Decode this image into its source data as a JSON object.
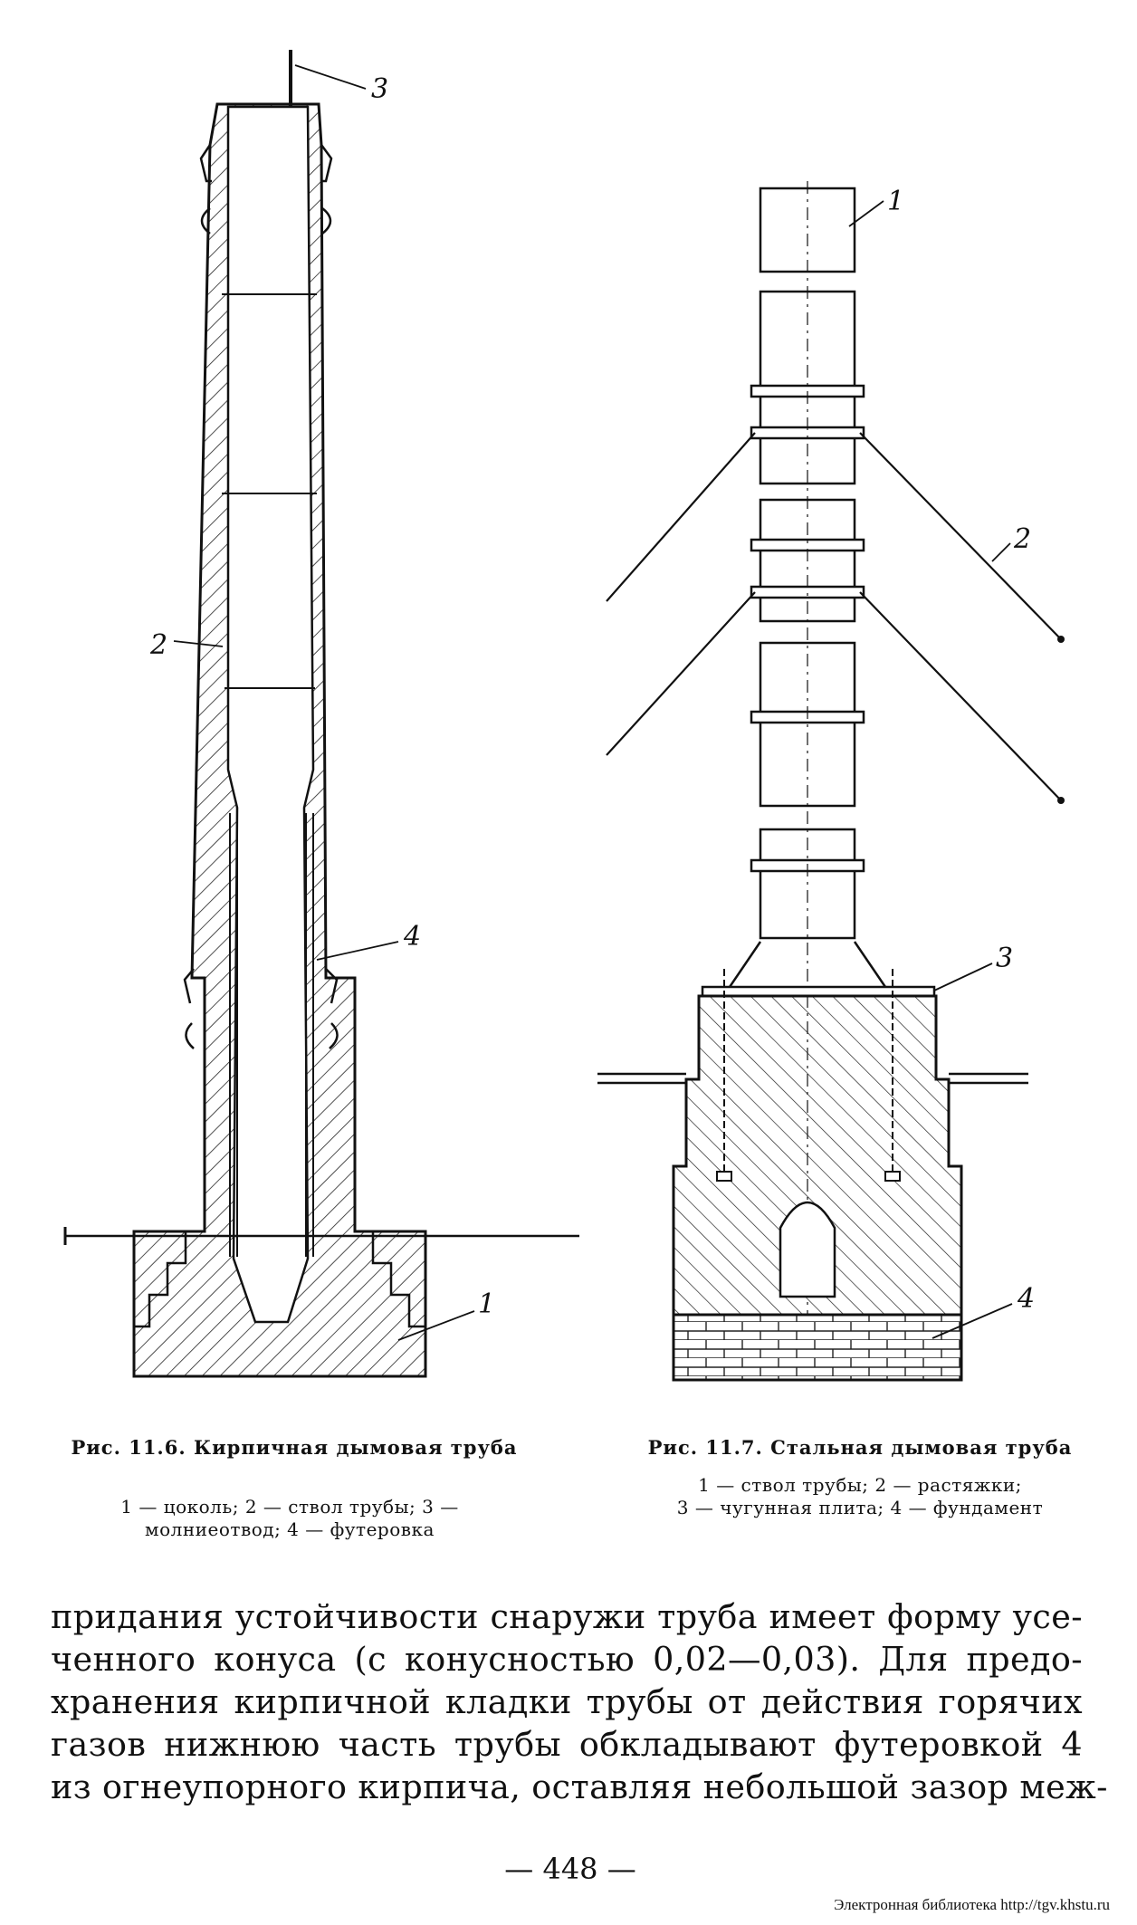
{
  "figures": {
    "fig_11_6": {
      "caption_title": "Рис. 11.6. Кирпичная дымовая труба",
      "legend_line1": "1 — цоколь; 2 — ствол трубы; 3 —",
      "legend_line2": "молниеотвод; 4 — футеровка",
      "labels": [
        "3",
        "2",
        "4",
        "1"
      ]
    },
    "fig_11_7": {
      "caption_title": "Рис. 11.7. Стальная дымовая труба",
      "legend_line1": "1 — ствол трубы; 2 — растяжки;",
      "legend_line2": "3 — чугунная плита; 4 — фундамент",
      "labels": [
        "1",
        "2",
        "3",
        "4"
      ]
    }
  },
  "body": {
    "lines": [
      "придания устойчивости снаружи труба имеет форму усе-",
      "ченного конуса (с конусностью 0,02—0,03). Для предо-",
      "хранения кирпичной кладки трубы от действия горячих",
      "газов нижнюю часть трубы обкладывают футеровкой 4",
      "из огнеупорного кирпича, оставляя небольшой зазор меж-"
    ]
  },
  "footer": {
    "page_number": "— 448 —",
    "library": "Электронная библиотека http://tgv.khstu.ru"
  }
}
